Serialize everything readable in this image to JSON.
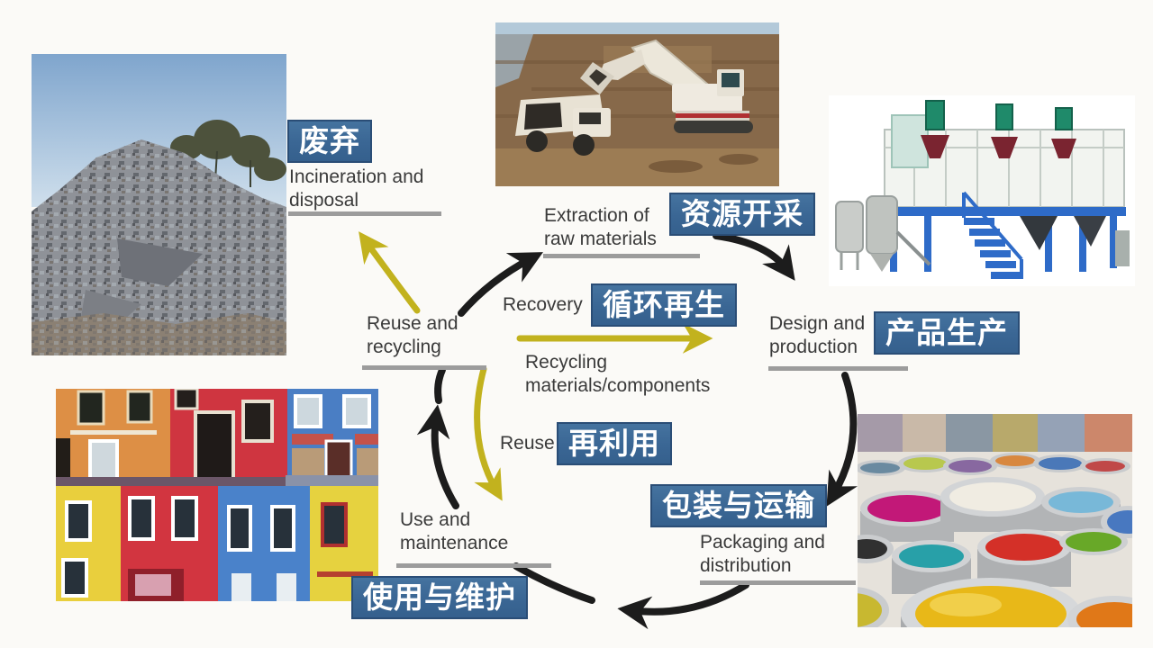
{
  "title": "Product life cycle / circular economy diagram",
  "labels": {
    "waste": {
      "cn": "废弃",
      "en": "Incineration and disposal"
    },
    "extraction": {
      "en": "Extraction of raw materials",
      "cn": "资源开采"
    },
    "recovery": {
      "en": "Recovery",
      "cn": "循环再生"
    },
    "design": {
      "en": "Design and production",
      "cn": "产品生产"
    },
    "reuse_recycling": {
      "en": "Reuse and recycling"
    },
    "recycling_materials": {
      "en": "Recycling materials/components"
    },
    "reuse": {
      "en": "Reuse",
      "cn": "再利用"
    },
    "packaging": {
      "cn": "包装与运输",
      "en": "Packaging and distribution"
    },
    "use": {
      "en": "Use and maintenance",
      "cn": "使用与维护"
    }
  },
  "photos": {
    "rubble": {
      "alt": "demolition rubble pile"
    },
    "excavator": {
      "alt": "excavator at raw material extraction site"
    },
    "factory": {
      "alt": "industrial production plant machinery"
    },
    "houses": {
      "alt": "colorful painted house facades"
    },
    "paint_cans": {
      "alt": "open cans of colorful paint"
    }
  },
  "colors": {
    "label_blue": "#3a6694",
    "arrow_black": "#1c1c1c",
    "arrow_yellow": "#c2b21e",
    "text_dark": "#3a3a3a",
    "underline_gray": "#9c9c9c"
  }
}
